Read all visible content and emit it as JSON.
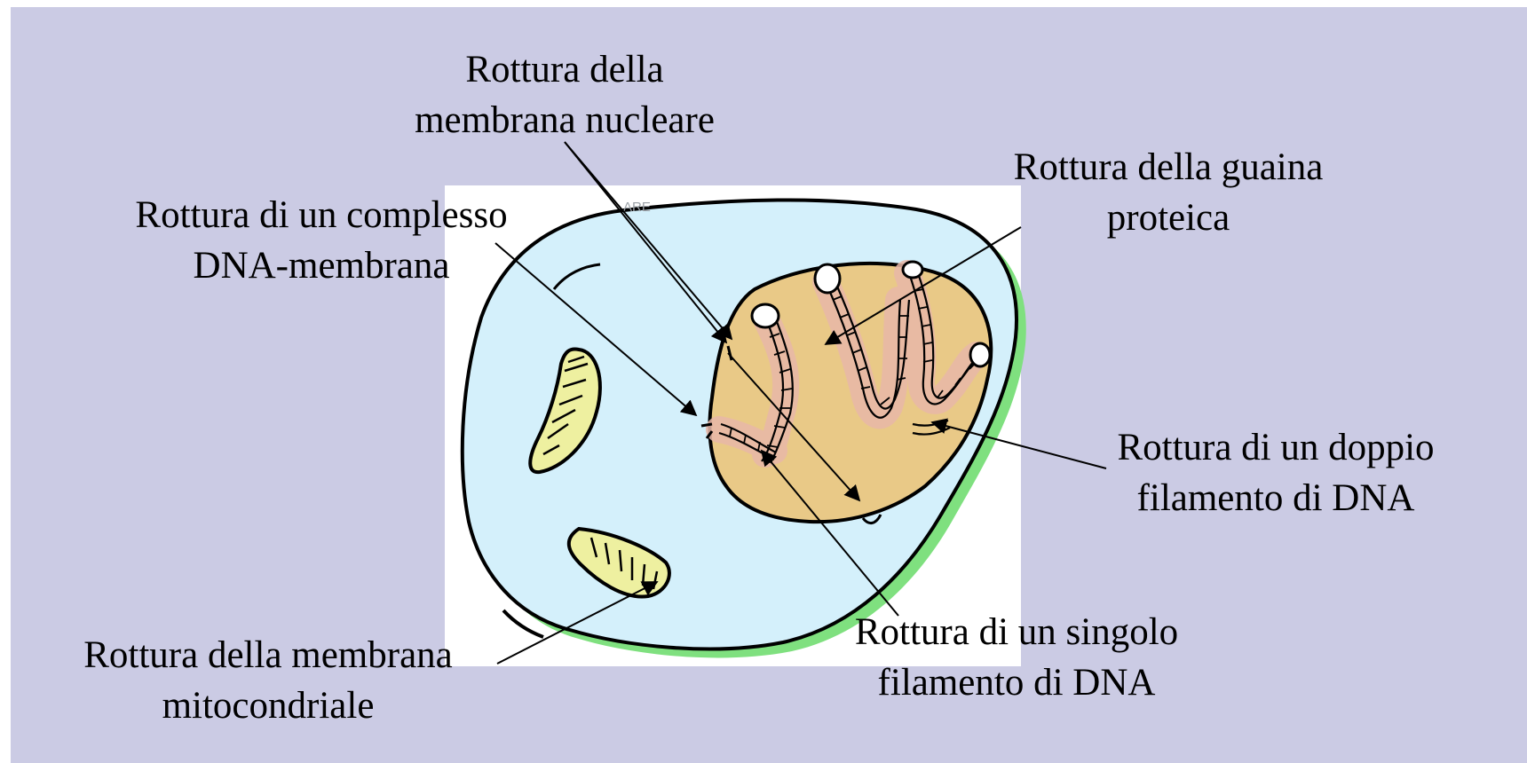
{
  "labels": {
    "nuclear_membrane": [
      "Rottura della",
      "membrana nucleare"
    ],
    "protein_sheath": [
      "Rottura della guaina",
      "proteica"
    ],
    "dna_membrane_complex": [
      "Rottura di un complesso",
      "DNA-membrana"
    ],
    "double_strand": [
      "Rottura di un doppio",
      "filamento di DNA"
    ],
    "single_strand": [
      "Rottura di un singolo",
      "filamento di DNA"
    ],
    "mitochondrial_membrane": [
      "Rottura della membrana",
      "mitocondriale"
    ]
  },
  "colors": {
    "slide_background": "#cbcbe4",
    "cytoplasm": "#d4f0fb",
    "cell_shadow": "#7fe07f",
    "nucleus": "#e9c987",
    "chromatin_halo": "#e8b8a8",
    "mitochondria": "#eef0a0"
  }
}
